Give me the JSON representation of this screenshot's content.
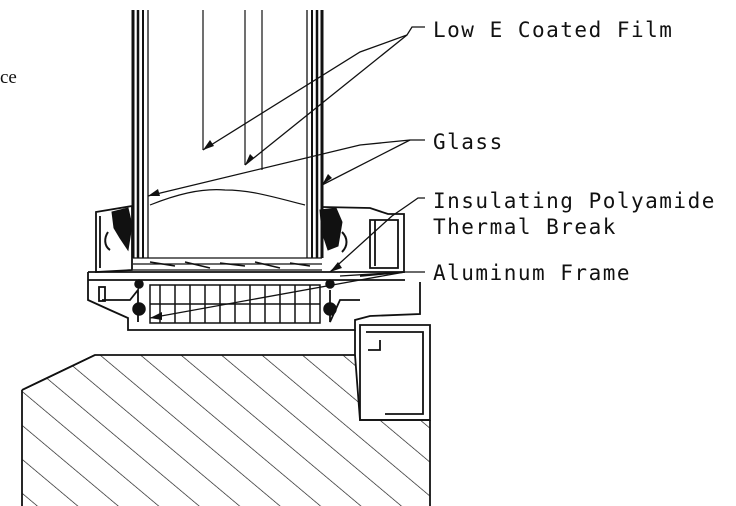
{
  "labels": {
    "film": "Low E Coated Film",
    "glass": "Glass",
    "polyamide_line1": "Insulating Polyamide",
    "polyamide_line2": "Thermal Break",
    "frame": "Aluminum Frame",
    "cut_off_text": "ce"
  },
  "colors": {
    "ink": "#111111",
    "paper": "#ffffff"
  }
}
